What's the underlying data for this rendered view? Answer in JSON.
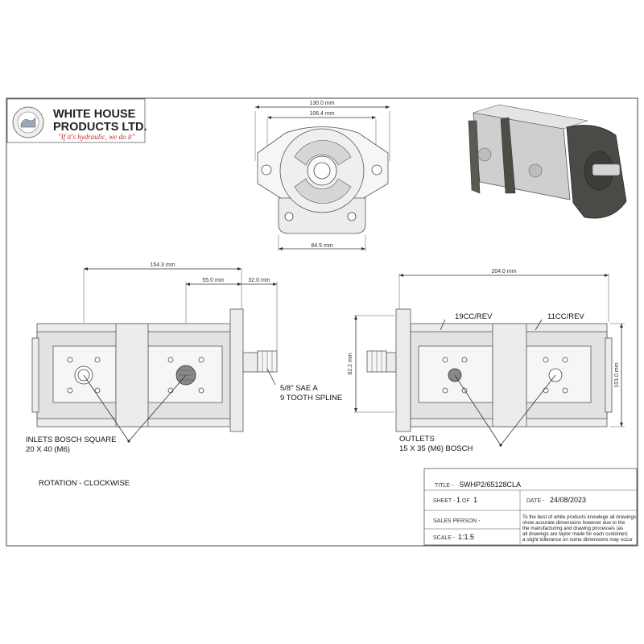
{
  "company": {
    "name_line1": "WHITE HOUSE",
    "name_line2": "PRODUCTS LTD.",
    "tagline": "\"If it's hydraulic, we do it\""
  },
  "front_view": {
    "dim_outer": "130.0 mm",
    "dim_inner": "106.4 mm",
    "dim_bottom": "84.5 mm"
  },
  "left_view": {
    "dim_overall": "154.3 mm",
    "dim_inlet_offset": "55.0 mm",
    "dim_shaft": "32.0 mm",
    "spline_line1": "5/8\" SAE A",
    "spline_line2": "9 TOOTH SPLINE",
    "inlets_line1": "INLETS BOSCH SQUARE",
    "inlets_line2": "20 X 40 (M6)"
  },
  "right_view": {
    "dim_length": "204.0 mm",
    "dim_height_flange": "82.2 mm",
    "dim_height_body": "101.0 mm",
    "section1": "19CC/REV",
    "section2": "11CC/REV",
    "outlets_line1": "OUTLETS",
    "outlets_line2": "15 X 35 (M6) BOSCH"
  },
  "rotation": "ROTATION - CLOCKWISE",
  "title_block": {
    "title_label": "TITLE -",
    "title_value": "5WHP2/65128CLA",
    "sheet_label": "SHEET -",
    "sheet_num": "1",
    "sheet_of": "OF",
    "sheet_total": "1",
    "date_label": "DATE -",
    "date_value": "24/08/2023",
    "sales_label": "SALES PERSON -",
    "scale_label": "SCALE -",
    "scale_value": "1:1.5",
    "disclaimer": [
      "To the best of white products knowlege all drawings",
      "show accurate dimensions however due to the",
      "the manufacturing and drawing processes (as",
      "all drawings are taylor made for each customer)",
      "a slight tollerance on some dimensions may occur"
    ]
  },
  "colors": {
    "logo_red": "#c0302a",
    "pump_body": "#d8d8d8",
    "flange_dark": "#4a4a46"
  }
}
